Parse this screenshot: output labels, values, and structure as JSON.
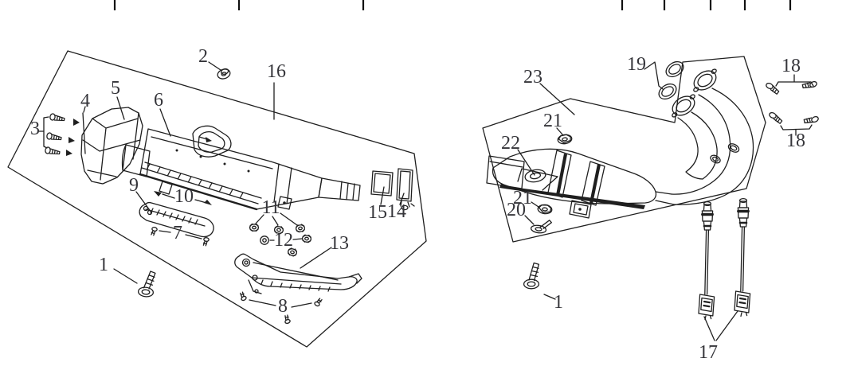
{
  "figure": {
    "type": "exploded-parts-diagram",
    "subject": "exhaust-system"
  },
  "colors": {
    "background": "#ffffff",
    "line": "#1f1f1f",
    "label_text": "#35353a"
  },
  "ruler_ticks_x": [
    144,
    300,
    456,
    781,
    834,
    892,
    935,
    992
  ],
  "labels": {
    "left": {
      "n1": "1",
      "n2": "2",
      "n3": "3",
      "n4": "4",
      "n5": "5",
      "n6": "6",
      "n7": "7",
      "n8": "8",
      "n9": "9",
      "n10": "10",
      "n11": "11",
      "n12": "12",
      "n13": "13",
      "n14": "14",
      "n15": "15",
      "n16": "16"
    },
    "right": {
      "n1": "1",
      "n17": "17",
      "n18a": "18",
      "n18b": "18",
      "n19": "19",
      "n20": "20",
      "n21a": "21",
      "n21b": "21",
      "n22": "22",
      "n23": "23"
    }
  }
}
